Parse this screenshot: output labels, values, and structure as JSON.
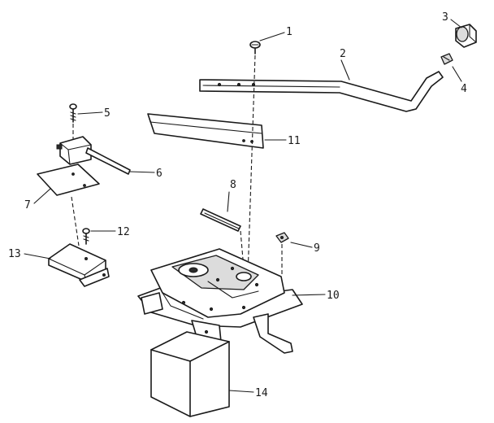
{
  "diagram": {
    "callouts": [
      {
        "key": "c1",
        "text": "1"
      },
      {
        "key": "c2",
        "text": "2"
      },
      {
        "key": "c3",
        "text": "3"
      },
      {
        "key": "c4",
        "text": "4"
      },
      {
        "key": "c5",
        "text": "5"
      },
      {
        "key": "c6",
        "text": "6"
      },
      {
        "key": "c7",
        "text": "7"
      },
      {
        "key": "c8",
        "text": "8"
      },
      {
        "key": "c9",
        "text": "9"
      },
      {
        "key": "c10",
        "text": "10"
      },
      {
        "key": "c11",
        "text": "11"
      },
      {
        "key": "c12",
        "text": "12"
      },
      {
        "key": "c13",
        "text": "13"
      },
      {
        "key": "c14",
        "text": "14"
      }
    ]
  }
}
